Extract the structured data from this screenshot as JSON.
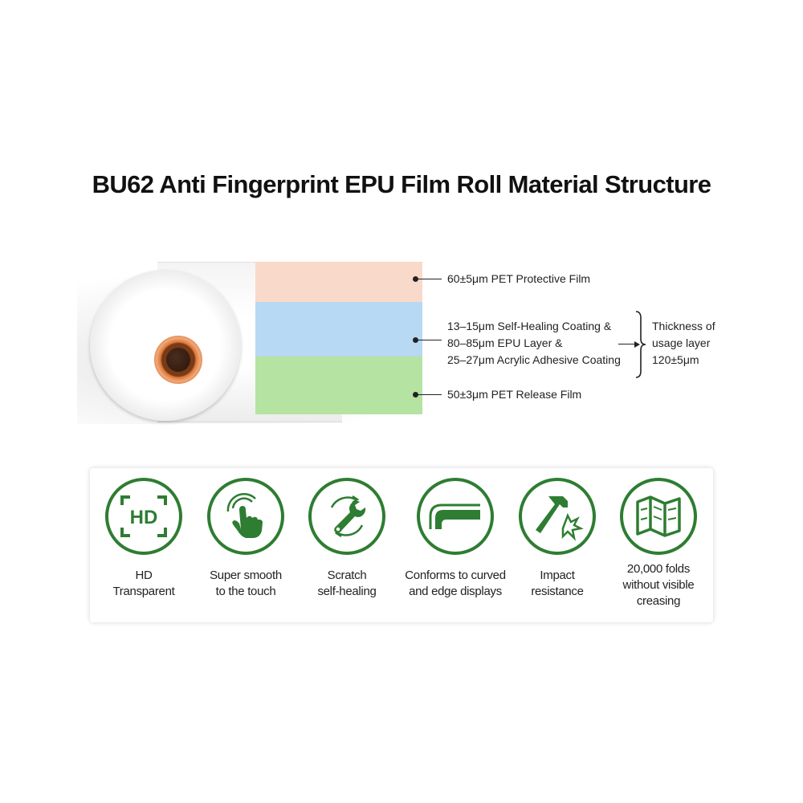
{
  "title": "BU62 Anti Fingerprint EPU Film Roll Material Structure",
  "structure": {
    "layers": [
      {
        "label": "60±5μm PET Protective Film",
        "color": "#f9d9c9"
      },
      {
        "label_lines": [
          "13–15μm Self-Healing Coating &",
          "80–85μm EPU Layer &",
          "25–27μm Acrylic Adhesive Coating"
        ],
        "color": "#b8d9f3"
      },
      {
        "label": "50±3μm PET Release Film",
        "color": "#b5e4a2"
      }
    ],
    "usage_lines": [
      "Thickness of",
      "usage layer",
      "120±5μm"
    ]
  },
  "features": [
    {
      "icon": "hd-icon",
      "lines": [
        "HD",
        "Transparent"
      ]
    },
    {
      "icon": "touch-hand-icon",
      "lines": [
        "Super smooth",
        "to the touch"
      ]
    },
    {
      "icon": "wrench-repair-icon",
      "lines": [
        "Scratch",
        "self-healing"
      ]
    },
    {
      "icon": "curved-screen-icon",
      "lines": [
        "Conforms to curved",
        "and edge displays"
      ]
    },
    {
      "icon": "hammer-impact-icon",
      "lines": [
        "Impact",
        "resistance"
      ]
    },
    {
      "icon": "folded-map-icon",
      "lines": [
        "20,000 folds",
        "without visible",
        "creasing"
      ]
    }
  ],
  "colors": {
    "accent_green": "#2e7d32"
  }
}
